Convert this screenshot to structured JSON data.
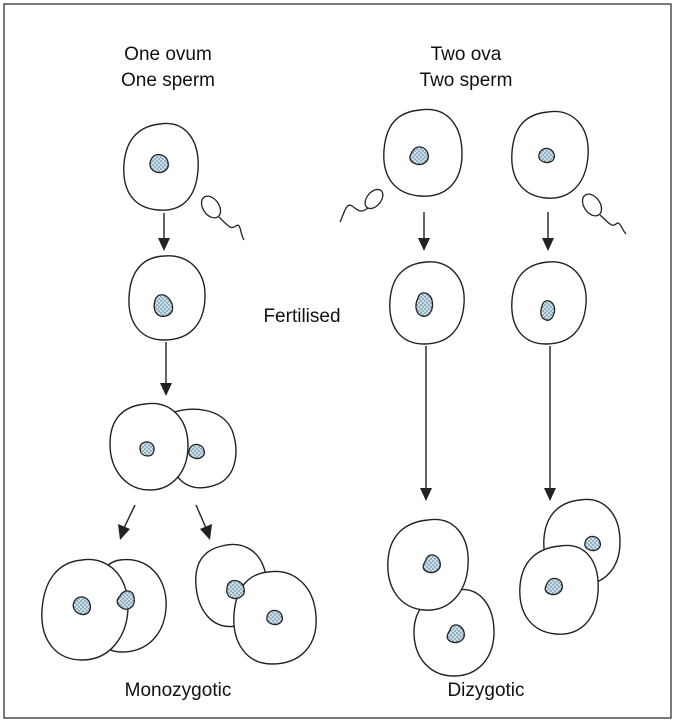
{
  "headings": {
    "left_line1": "One ovum",
    "left_line2": "One sperm",
    "right_line1": "Two ova",
    "right_line2": "Two sperm"
  },
  "labels": {
    "fertilised": "Fertilised",
    "monozygotic": "Monozygotic",
    "dizygotic": "Dizygotic"
  },
  "colors": {
    "nucleus_fill": "#c9dde8",
    "nucleus_dot": "#4a6f85",
    "line": "#222222"
  }
}
